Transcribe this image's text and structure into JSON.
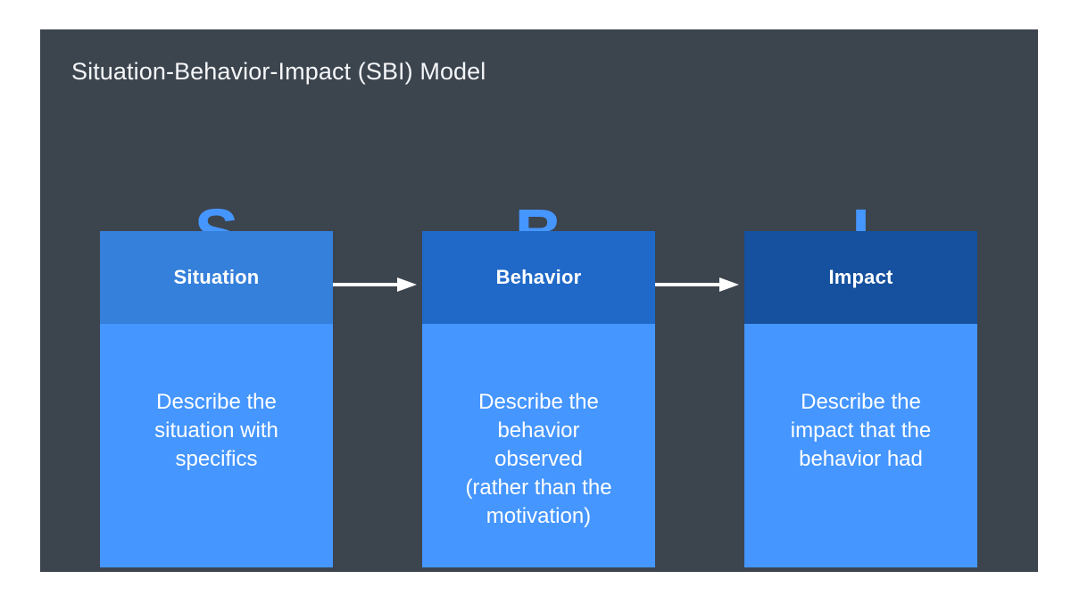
{
  "slide": {
    "title": "Situation-Behavior-Impact (SBI) Model",
    "background_color": "#3c444e",
    "page_background_color": "#ffffff"
  },
  "colors": {
    "accent_blue": "#4596ff",
    "header_situation": "#3580db",
    "header_behavior": "#2069c8",
    "header_impact": "#15519e",
    "body_blue": "#4596ff",
    "arrow_color": "#ffffff",
    "text_color": "#ffffff"
  },
  "columns": [
    {
      "letter": "S",
      "header": "Situation",
      "body": "Describe the\nsituation with\nspecifics",
      "header_color": "#3580db"
    },
    {
      "letter": "B",
      "header": "Behavior",
      "body": "Describe the\nbehavior\nobserved\n(rather than the\nmotivation)",
      "header_color": "#2069c8"
    },
    {
      "letter": "I",
      "header": "Impact",
      "body": "Describe the\nimpact that the\nbehavior had",
      "header_color": "#15519e"
    }
  ],
  "arrows": [
    {
      "from": "Situation",
      "to": "Behavior"
    },
    {
      "from": "Behavior",
      "to": "Impact"
    }
  ]
}
